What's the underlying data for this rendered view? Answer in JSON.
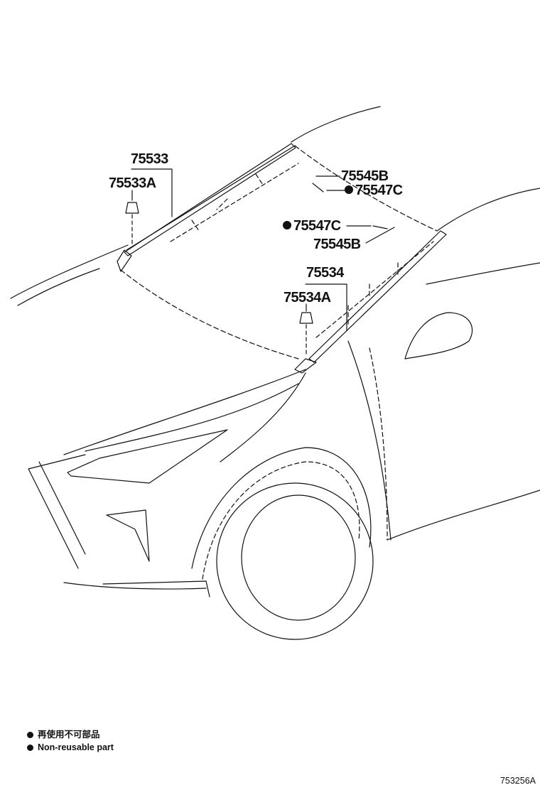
{
  "callouts": [
    {
      "id": "c1",
      "text": "75533"
    },
    {
      "id": "c2",
      "text": "75533A"
    },
    {
      "id": "c3",
      "text": "75545B"
    },
    {
      "id": "c4",
      "text": "75547C",
      "non_reusable": true
    },
    {
      "id": "c5",
      "text": "75547C",
      "non_reusable": true
    },
    {
      "id": "c6",
      "text": "75545B"
    },
    {
      "id": "c7",
      "text": "75534"
    },
    {
      "id": "c8",
      "text": "75534A"
    }
  ],
  "legend": {
    "line1": "再使用不可部品",
    "line2": "Non-reusable part"
  },
  "diagram_id": "753256A"
}
